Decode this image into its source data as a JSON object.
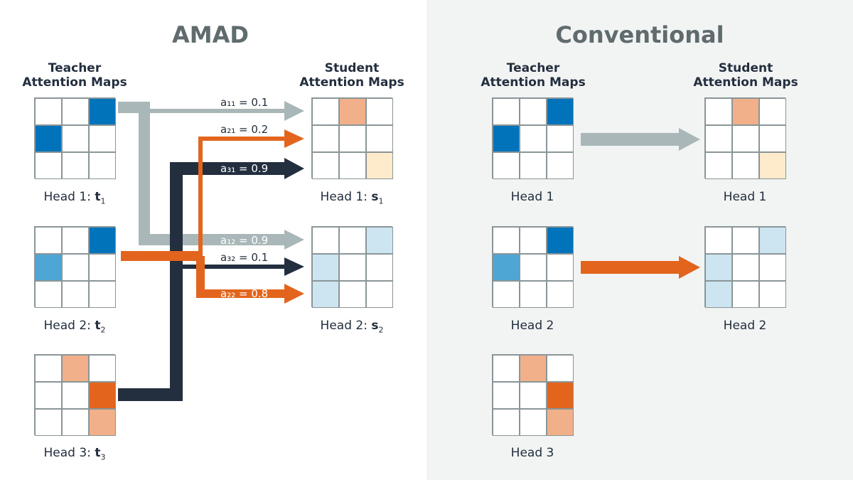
{
  "titles": {
    "left": "AMAD",
    "right": "Conventional"
  },
  "headers": {
    "teacher_l1": "Teacher",
    "teacher_l2": "Attention Maps",
    "student_l1": "Student",
    "student_l2": "Attention Maps"
  },
  "amad_captions": {
    "t1_prefix": "Head 1: ",
    "t1_var": "t",
    "t1_sub": "1",
    "t2_prefix": "Head 2: ",
    "t2_var": "t",
    "t2_sub": "2",
    "t3_prefix": "Head 3: ",
    "t3_var": "t",
    "t3_sub": "3",
    "s1_prefix": "Head 1: ",
    "s1_var": "s",
    "s1_sub": "1",
    "s2_prefix": "Head 2: ",
    "s2_var": "s",
    "s2_sub": "2"
  },
  "conv_captions": {
    "t1": "Head 1",
    "t2": "Head 2",
    "t3": "Head 3",
    "s1": "Head 1",
    "s2": "Head 2"
  },
  "weights": {
    "a11": "a₁₁ = 0.1",
    "a21": "a₂₁ = 0.2",
    "a31": "a₃₁ = 0.9",
    "a12": "a₁₂ = 0.9",
    "a32": "a₃₂ = 0.1",
    "a22": "a₂₂ = 0.8"
  },
  "colors": {
    "dark_blue": "#0073bb",
    "mid_blue": "#4da6d4",
    "light_blue": "#cde4f1",
    "dark_orange": "#e3651d",
    "salmon": "#f1b08a",
    "cream": "#fdebcb",
    "gray_arrow": "#aab7b8",
    "navy": "#232f3e",
    "orange_arrow": "#e3651d"
  },
  "maps": {
    "teacher1": [
      "",
      "",
      "dark_blue",
      "dark_blue",
      "",
      "",
      "",
      "",
      ""
    ],
    "teacher2": [
      "",
      "",
      "dark_blue",
      "mid_blue",
      "",
      "",
      "",
      "",
      ""
    ],
    "teacher3": [
      "",
      "salmon",
      "",
      "",
      "",
      "dark_orange",
      "",
      "",
      "salmon"
    ],
    "student1": [
      "",
      "salmon",
      "",
      "",
      "",
      "",
      "",
      "",
      "cream"
    ],
    "student2": [
      "",
      "",
      "light_blue",
      "light_blue",
      "",
      "",
      "light_blue",
      "",
      ""
    ]
  }
}
